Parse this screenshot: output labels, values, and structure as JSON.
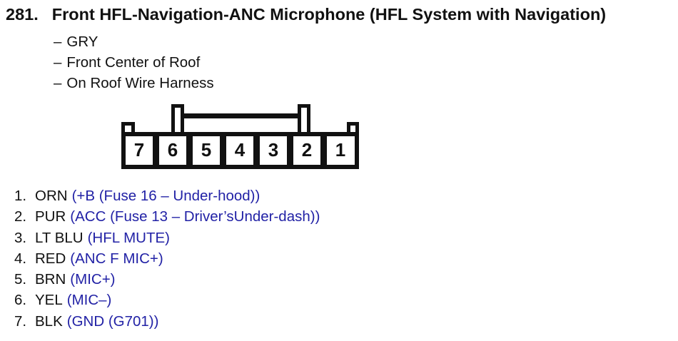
{
  "header": {
    "number": "281.",
    "title": "Front HFL-Navigation-ANC Microphone (HFL System with Navigation)"
  },
  "attributes": {
    "bullet": "–",
    "items": [
      "GRY",
      "Front Center of Roof",
      "On Roof Wire Harness"
    ]
  },
  "connector": {
    "pin_labels": [
      "7",
      "6",
      "5",
      "4",
      "3",
      "2",
      "1"
    ]
  },
  "pins": [
    {
      "number": "1.",
      "wire_color": "ORN",
      "function": "(+B (Fuse 16 – Under-hood))"
    },
    {
      "number": "2.",
      "wire_color": "PUR",
      "function": "(ACC (Fuse 13 – Driver’sUnder-dash))"
    },
    {
      "number": "3.",
      "wire_color": "LT BLU",
      "function": "(HFL MUTE)"
    },
    {
      "number": "4.",
      "wire_color": "RED",
      "function": "(ANC F MIC+)"
    },
    {
      "number": "5.",
      "wire_color": "BRN",
      "function": "(MIC+)"
    },
    {
      "number": "6.",
      "wire_color": "YEL",
      "function": "(MIC–)"
    },
    {
      "number": "7.",
      "wire_color": "BLK",
      "function": "(GND (G701))"
    }
  ],
  "colors": {
    "text": "#111111",
    "function_blue": "#2222a6",
    "background": "#ffffff"
  }
}
